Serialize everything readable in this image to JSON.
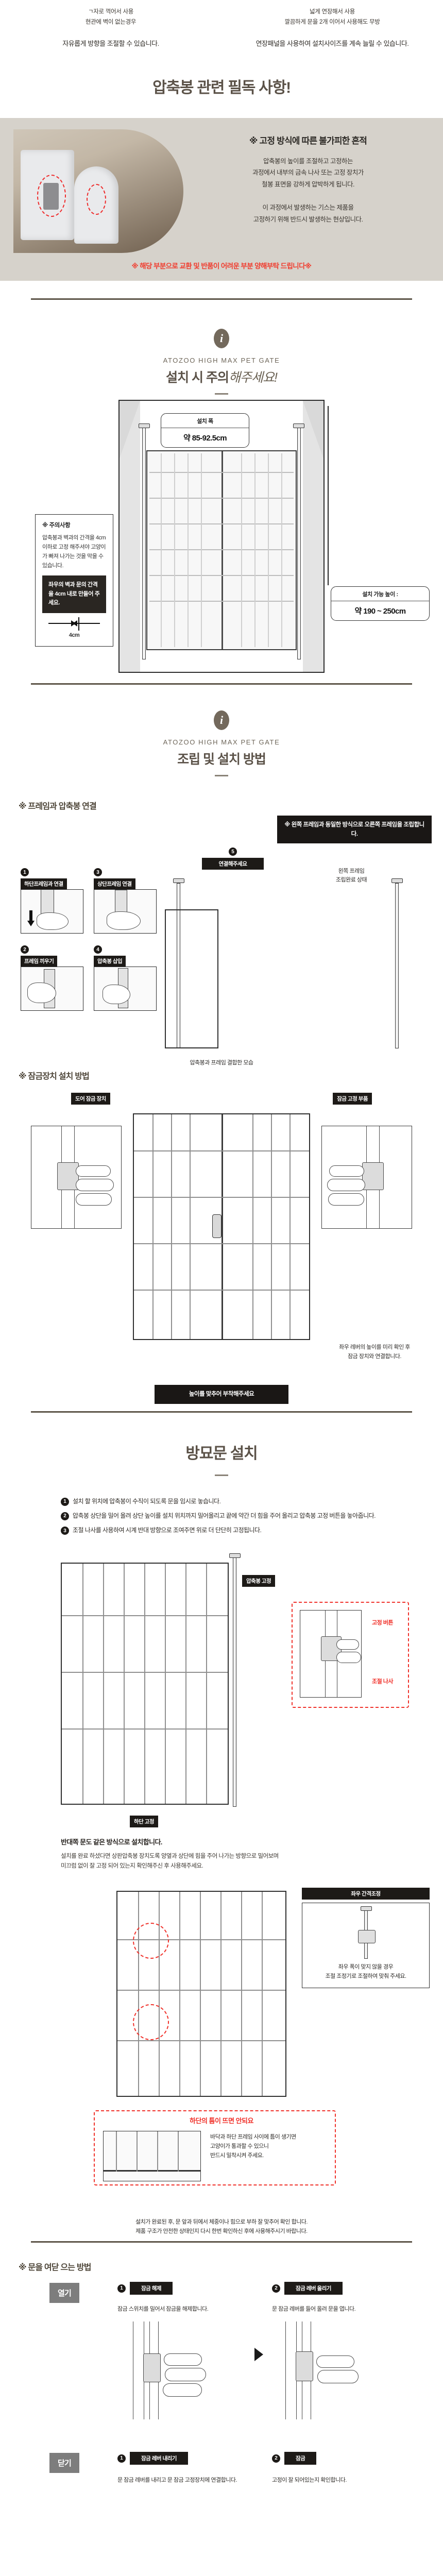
{
  "top_usage": {
    "left": {
      "line1": "ㄱ자로 꺽어서 사용",
      "line2": "현관에 벽이 없는경우",
      "desc": "자유롭게 방향을 조절할 수 있습니다."
    },
    "right": {
      "line1": "넓게 연장해서 사용",
      "line2": "깔끔하게 문을 2개 이어서 사용해도 무방",
      "desc": "연장패널을 사용하여 설치사이즈를 계속 늘릴 수 있습니다."
    }
  },
  "compression_section": {
    "title": "압축봉 관련 필독 사항!",
    "banner_heading": "※ 고정 방식에 따른 불가피한 흔적",
    "banner_p1": "압축봉의 높이를 조절하고 고정하는",
    "banner_p2": "과정에서 내부의 금속 나사 또는 고정 장치가",
    "banner_p3": "철봉 표면을 강하게 압박하게 됩니다.",
    "banner_p4": "이 과정에서 발생하는 기스는 제품을",
    "banner_p5": "고정하기 위해 반드시 발생하는 현상입니다.",
    "warning": "※ 해당 부분으로 교환 및 반품이 어려운 부분 양해부탁 드립니다※",
    "warning_color": "#f03c2e"
  },
  "install_caution": {
    "icon": "info-icon",
    "eyebrow": "ATOZOO HIGH MAX PET GATE",
    "title_bold": "설치 시 주의",
    "title_light": "해주세요!",
    "width_label": "설치 폭",
    "width_value": "약 85-92.5cm",
    "height_label": "설치 가능 높이 :",
    "height_value": "약 190 ~ 250cm",
    "note_title": "※ 주의사항",
    "note_body": "압축봉과 벽과의 간격을 4cm 이하로 고정 해주셔야 고양이가 빠져 나가는 것을 막을 수 있습니다.",
    "black_note": "좌우의 벽과 문의 간격을 4cm 내로 만들어 주세요.",
    "gap_label": "4cm"
  },
  "assembly": {
    "icon": "info-icon",
    "eyebrow": "ATOZOO HIGH MAX PET GATE",
    "title": "조립 및 설치 방법",
    "frame_connect": {
      "heading": "※ 프레임과 압축봉 연결",
      "black_note": "※ 왼쪽 프레임과 동일한 방식으로 오른쪽 프레임을 조립합니다.",
      "left_caption_1": "왼쪽 프레임",
      "left_caption_2": "조립완료 상태",
      "steps": [
        {
          "num": "1",
          "label": "하단프레임과 연결"
        },
        {
          "num": "2",
          "label": "프레임 끼우기"
        },
        {
          "num": "3",
          "label": "상단프레임 연결"
        },
        {
          "num": "4",
          "label": "압축봉 삽입"
        },
        {
          "num": "5",
          "label": "연결해주세요"
        }
      ],
      "bottom_caption": "압축봉과 프레임 결합한 모습"
    },
    "lock_install": {
      "heading": "※ 잠금장치 설치 방법",
      "left_label": "도어 잠금 장치",
      "right_label": "잠금 고정 부품",
      "bottom_note_1": "좌우 레버의 높이를 미리 확인 후",
      "bottom_note_2": "잠금 장치와 연결합니다.",
      "caption": "높이를 맞추어 부착해주세요"
    }
  },
  "door_install": {
    "title": "방묘문 설치",
    "steps": [
      {
        "num": "1",
        "text": "설치 할 위치에 압축봉이 수직이 되도록 문을 임시로 놓습니다."
      },
      {
        "num": "2",
        "text": "압축봉 상단을 밀어 올려 상단 높이를 설치 위치까지 밀어올리고 끝에 약간 더 힘을 주어 올리고 압축봉 고정 버튼을 놓아줍니다."
      },
      {
        "num": "3",
        "text": "조절 나사를 사용하여 시계 반대 방향으로 조여주면 위로 더 단단히 고정됩니다."
      }
    ],
    "labels": {
      "top_push": "압축봉 고정",
      "lock_button": "고정 버튼",
      "adjust_screw": "조절 나사",
      "bottom_fix": "하단 고정"
    },
    "reverse": {
      "title": "반대쪽 문도 같은 방식으로 설치합니다.",
      "desc_1": "설치를 완료 하셨다면 상판압축봉 장치도록 양옆과 상단에 힘을 주어 나가는 방향으로 밀어보며",
      "desc_2": "미끄럼 없이 잘 고정 되어 있는지 확인해주신 후 사용해주세요.",
      "panel_title": "좌우 간격조정",
      "panel_note_1": "좌우 폭이 맞지 않을 경우",
      "panel_note_2": "조절 조정기로 조절하여 맞춰 주세요.",
      "red_title": "하단의 틈이 뜨면 안되요",
      "red_note_1": "바닥과 하단 프레임 사이에 틈이 생기면",
      "red_note_2": "고양이가 통과할 수 있으니",
      "red_note_3": "반드시 밀착시켜 주세요.",
      "bottom_note_1": "설치가 완료된 후, 문 앞과 뒤에서 체중이나 힘으로 부하 잘 맞추어 확인 합니다.",
      "bottom_note_2": "제품 구조가 안전한 상태인지 다시 한번 확인하신 후에 사용해주시기 바랍니다."
    }
  },
  "door_usage": {
    "heading": "※ 문을 여닫 으는 방법",
    "open_tag": "열기",
    "close_tag": "닫기",
    "open_steps": [
      {
        "num": "1",
        "label": "잠금 해제",
        "desc": "잠금 스위치를 밀어서 잠금을 해제합니다."
      },
      {
        "num": "2",
        "label": "잠금 레버 올리기",
        "desc": "문 잠금 레버를 들어 올려 문을 엽니다."
      }
    ],
    "close_steps": [
      {
        "num": "1",
        "label": "잠금 레버 내리기",
        "desc": "문 잠금 레버를 내리고 문 잠금 고정장치에 연결합니다."
      },
      {
        "num": "2",
        "label": "잠금",
        "desc": "고정이 잘 되어있는지 확인합니다."
      }
    ]
  },
  "theme": {
    "brand_brown": "#5b5248",
    "band_grey": "#d6d2cb",
    "warn_red": "#f03c2e",
    "ink": "#1d1a17"
  }
}
